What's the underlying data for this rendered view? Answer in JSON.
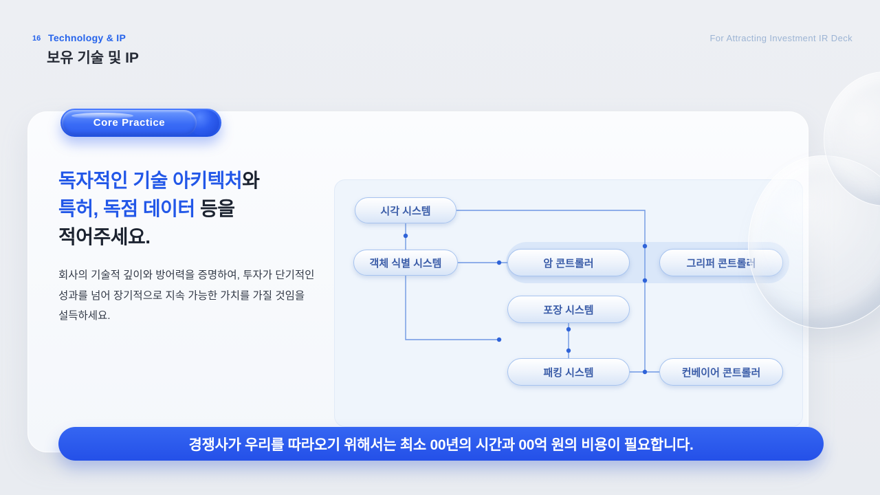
{
  "header": {
    "page_number": "16",
    "eyebrow": "Technology & IP",
    "title": "보유 기술 및 IP",
    "deck_label": "For Attracting Investment IR Deck"
  },
  "card": {
    "badge_label": "Core Practice",
    "headline": {
      "line1_highlight": "독자적인 기술 아키텍처",
      "line1_rest": "와",
      "line2_highlight": "특허, 독점 데이터",
      "line2_rest": " 등을",
      "line3": "적어주세요."
    },
    "body": "회사의 기술적 깊이와 방어력을 증명하여, 투자가 단기적인 성과를 넘어 장기적으로 지속 가능한 가치를 가질 것임을 설득하세요."
  },
  "diagram": {
    "nodes": [
      {
        "id": "vision-system",
        "label": "시각 시스템"
      },
      {
        "id": "object-recognition-system",
        "label": "객체 식별 시스템"
      },
      {
        "id": "arm-controller",
        "label": "암 콘트롤러"
      },
      {
        "id": "gripper-controller",
        "label": "그리퍼 콘트롤러"
      },
      {
        "id": "packaging-system",
        "label": "포장 시스템"
      },
      {
        "id": "packing-system",
        "label": "패킹 시스템"
      },
      {
        "id": "conveyor-controller",
        "label": "컨베이어 콘트롤러"
      }
    ]
  },
  "banner": {
    "text": "경쟁사가 우리를 따라오기 위해서는 최소 00년의 시간과 00억 원의 비용이 필요합니다."
  },
  "colors": {
    "accent_blue": "#2563eb",
    "banner_blue": "#2b5cf0",
    "node_border": "#a6c3ef",
    "node_text": "#3a5ca8",
    "muted_header_text": "#9cb4d4",
    "diagram_panel_bg": "#eff5fc"
  }
}
